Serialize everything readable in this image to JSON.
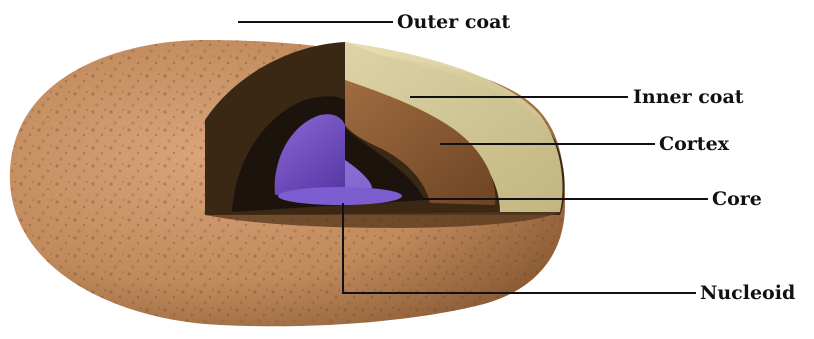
{
  "labels": {
    "outer_coat": "Outer coat",
    "inner_coat": "Inner coat",
    "cortex": "Cortex",
    "core": "Core",
    "nucleoid": "Nucleoid"
  },
  "colors": {
    "outer_coat": "#c08a5c",
    "inner_coat": "#d8cfa0",
    "cortex": "#8f5f36",
    "core_dark": "#1c140c",
    "nucleoid": "#6a4ab8",
    "leader_line": "#111111"
  }
}
